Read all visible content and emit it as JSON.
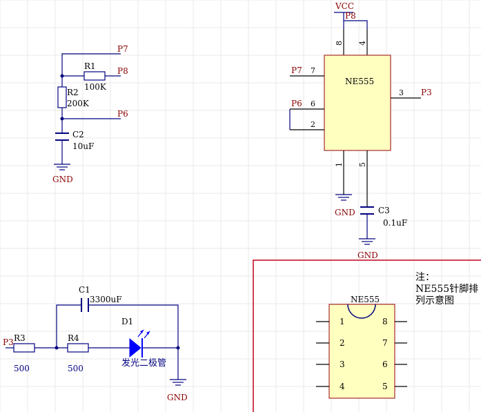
{
  "ic": {
    "name": "NE555",
    "pins": {
      "p1": "1",
      "p2": "2",
      "p3": "3",
      "p4": "4",
      "p5": "5",
      "p6": "6",
      "p7": "7",
      "p8": "8"
    }
  },
  "nets": {
    "vcc": "VCC",
    "gnd": "GND",
    "p3": "P3",
    "p6": "P6",
    "p7": "P7",
    "p8": "P8"
  },
  "parts": {
    "r1": {
      "ref": "R1",
      "value": "100K"
    },
    "r2": {
      "ref": "R2",
      "value": "200K"
    },
    "c2": {
      "ref": "C2",
      "value": "10uF"
    },
    "c3": {
      "ref": "C3",
      "value": "0.1uF"
    },
    "c1": {
      "ref": "C1",
      "value": "3300uF"
    },
    "r3": {
      "ref": "R3",
      "value": "500"
    },
    "r4": {
      "ref": "R4",
      "value": "500"
    },
    "d1": {
      "ref": "D1",
      "value": "发光二极管"
    }
  },
  "note": {
    "line1": "注：",
    "line2": "NE555针脚排",
    "line3": "列示意图"
  },
  "colors": {
    "grid": "#e8e8e8",
    "wire": "#000080",
    "border": "#c0001a",
    "body_fill": "#ffffc0",
    "led": "#0000ff"
  }
}
